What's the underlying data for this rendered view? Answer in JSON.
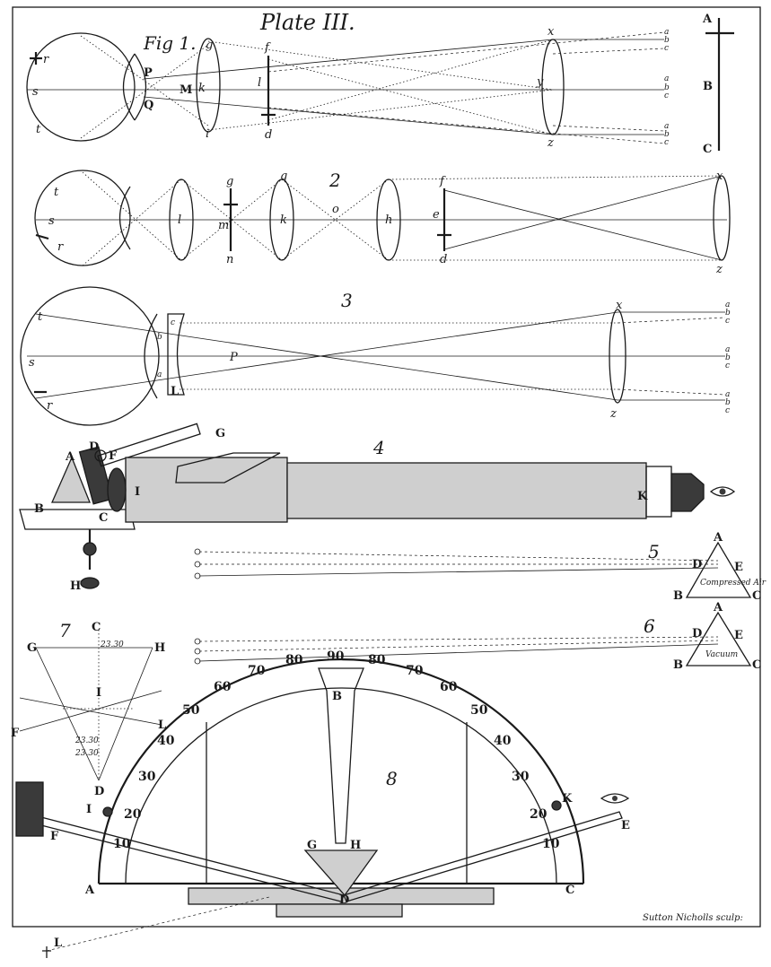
{
  "plate": {
    "title": "Plate III.",
    "signature": "Sutton Nicholls sculp:"
  },
  "fig1": {
    "caption": "Fig 1.",
    "labels": [
      "r",
      "s",
      "t",
      "P",
      "Q",
      "M",
      "g",
      "k",
      "i",
      "f",
      "l",
      "d",
      "x",
      "y",
      "z",
      "a",
      "b",
      "c",
      "a",
      "b",
      "c",
      "a",
      "b",
      "c"
    ]
  },
  "object": {
    "labels": [
      "A",
      "B",
      "C"
    ]
  },
  "fig2": {
    "number": "2",
    "labels": [
      "t",
      "s",
      "r",
      "l",
      "g",
      "m",
      "n",
      "q",
      "k",
      "o",
      "h",
      "f",
      "e",
      "d",
      "x",
      "z"
    ]
  },
  "fig3": {
    "number": "3",
    "labels": [
      "t",
      "s",
      "r",
      "c",
      "b",
      "a",
      "L",
      "P",
      "x",
      "z",
      "a",
      "b",
      "c",
      "a",
      "b",
      "c",
      "a",
      "b",
      "c"
    ]
  },
  "fig4": {
    "number": "4",
    "labels": [
      "A",
      "D",
      "F",
      "G",
      "B",
      "C",
      "I",
      "K",
      "H"
    ]
  },
  "fig5": {
    "number": "5",
    "labels": [
      "A",
      "D",
      "E",
      "B",
      "C"
    ],
    "inscription": "Compressed Air"
  },
  "fig6": {
    "number": "6",
    "labels": [
      "A",
      "D",
      "E",
      "B",
      "C"
    ],
    "inscription": "Vacuum"
  },
  "fig7": {
    "number": "7",
    "labels": [
      "C",
      "G",
      "H",
      "I",
      "F",
      "L",
      "D"
    ],
    "angles": [
      "23.30",
      "23.30",
      "23.30"
    ]
  },
  "fig8": {
    "number": "8",
    "labels": [
      "B",
      "G",
      "H",
      "D",
      "A",
      "C",
      "I",
      "K",
      "E",
      "F",
      "L"
    ],
    "scale_left": [
      "10",
      "20",
      "30",
      "40",
      "50",
      "60",
      "70",
      "80"
    ],
    "scale_top": "90",
    "scale_right": [
      "80",
      "70",
      "60",
      "50",
      "40",
      "30",
      "20",
      "10"
    ]
  }
}
